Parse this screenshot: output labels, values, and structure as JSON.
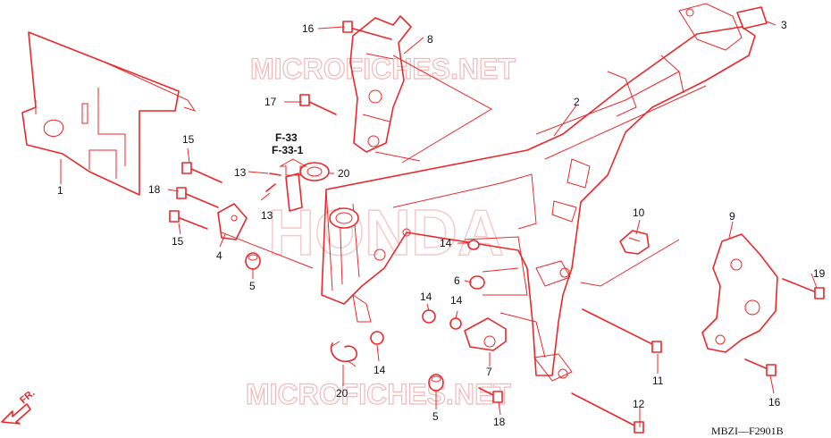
{
  "watermarks": {
    "top": "MICROFICHES.NET",
    "bottom": "MICROFICHES.NET",
    "center": "HONDA"
  },
  "diagram_code": "MBZI—F2901B",
  "front_label": "FR.",
  "references": {
    "line1": "F-33",
    "line2": "F-33-1"
  },
  "callouts": [
    "1",
    "2",
    "3",
    "4",
    "5",
    "5",
    "6",
    "7",
    "8",
    "9",
    "10",
    "11",
    "12",
    "13",
    "13",
    "14",
    "14",
    "14",
    "14",
    "15",
    "15",
    "16",
    "16",
    "17",
    "18",
    "18",
    "19",
    "20",
    "20"
  ],
  "colors": {
    "line": "#e8282a",
    "text": "#111111",
    "watermark": "#f2b9b9"
  }
}
